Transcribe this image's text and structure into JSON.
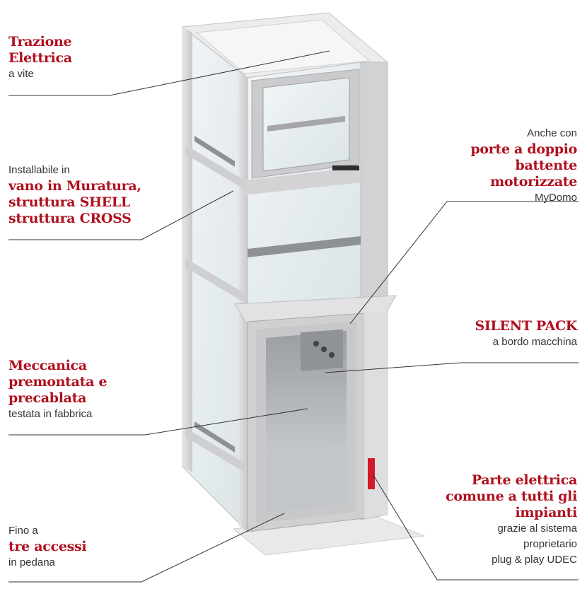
{
  "callouts": {
    "trazione": {
      "title_1": "Trazione",
      "title_2": "Elettrica",
      "sub": "a vite"
    },
    "installabile": {
      "pre": "Installabile in",
      "title_1": "vano in Muratura,",
      "title_2": "struttura SHELL",
      "title_3": "struttura CROSS"
    },
    "porte": {
      "pre": "Anche con",
      "title_1": "porte a doppio",
      "title_2": "battente",
      "title_3": "motorizzate",
      "sub": "MyDomo"
    },
    "silent": {
      "title": "SILENT PACK",
      "sub": "a bordo macchina"
    },
    "meccanica": {
      "title_1": "Meccanica",
      "title_2": "premontata e",
      "title_3": "precablata",
      "sub": "testata in fabbrica"
    },
    "parte": {
      "title_1": "Parte elettrica",
      "title_2": "comune a tutti gli",
      "title_3": "impianti",
      "sub_1": "grazie al sistema",
      "sub_2": "proprietario",
      "sub_3": "plug & play UDEC"
    },
    "fino": {
      "pre": "Fino a",
      "title": "tre accessi",
      "sub": "in pedana"
    }
  },
  "colors": {
    "accent": "#b0101e",
    "frame": "#d6d6d8",
    "glass": "#e4ecee",
    "line": "#333333"
  }
}
